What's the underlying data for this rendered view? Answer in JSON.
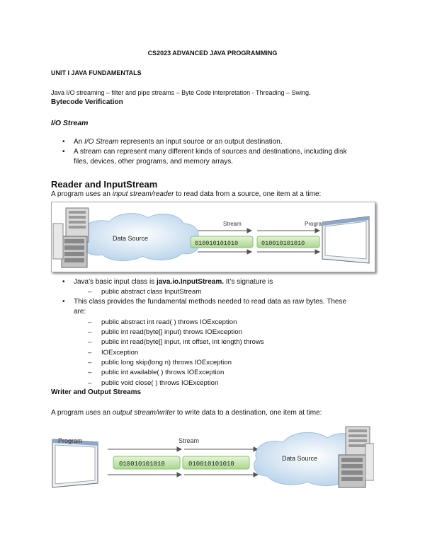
{
  "doc": {
    "title": "CS2023 ADVANCED JAVA PROGRAMMING",
    "unit": "UNIT I JAVA FUNDAMENTALS",
    "topics": "Java I/O streaming – filter and pipe streams – Byte Code interpretation - Threading – Swing.",
    "bytecode_heading": "Bytecode Verification"
  },
  "io": {
    "heading": "I/O Stream",
    "b1_pre": "An ",
    "b1_em": "I/O Stream",
    "b1_post": " represents an input source or an output destination.",
    "b2_line1": "A stream can represent many different kinds of sources and destinations, including disk",
    "b2_line2": "files, devices, other programs, and memory arrays."
  },
  "reader": {
    "heading": "Reader and InputStream",
    "intro_pre": "A program uses an ",
    "intro_em": "input stream/reader",
    "intro_post": " to read data from a source, one item at a time:",
    "diagram": {
      "stream_label": "Stream",
      "program_label": "Program",
      "source_label": "Data Source",
      "bits1": "010010101010",
      "bits2": "010010101010"
    },
    "b1_pre": "Java's basic input class is ",
    "b1_bold": "java.io.InputStream.",
    "b1_post": " It’s signature is",
    "b1_sub": "public abstract class InputStream",
    "b2_line1": "This class provides the fundamental methods needed to read data as raw bytes. These",
    "b2_line2": "are:",
    "methods": [
      "public abstract int read( ) throws IOException",
      "public int read(byte[] input) throws IOException",
      "public int read(byte[] input, int offset, int length) throws",
      "IOException",
      "public long skip(long n) throws IOException",
      "public int available( ) throws IOException",
      "public void close( ) throws IOException"
    ]
  },
  "writer": {
    "heading": "Writer and Output Streams",
    "intro_pre": "A program uses an ",
    "intro_em": "output stream/writer",
    "intro_post": " to write data to a destination, one item at time:",
    "diagram": {
      "program_label": "Program",
      "stream_label": "Stream",
      "source_label": "Data Source",
      "bits1": "010010101010",
      "bits2": "010010101010"
    }
  },
  "colors": {
    "cloud": "#cfe3f3",
    "bits_fill": "#c9e7b8",
    "screen": "#dfe7f2"
  }
}
